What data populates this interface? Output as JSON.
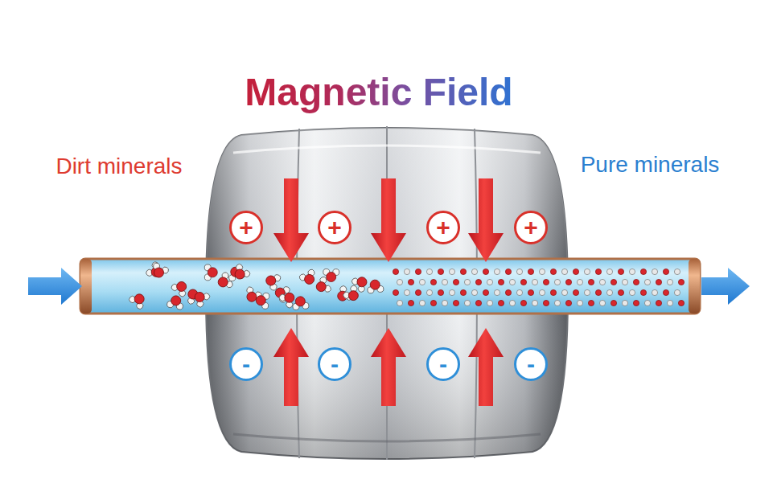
{
  "diagram": {
    "title": "Magnetic Field",
    "nodes": [
      {
        "text": [
          "+"
        ]
      },
      {
        "text": [
          "+"
        ]
      },
      {
        "text": [
          "+"
        ]
      },
      {
        "text": [
          "+"
        ]
      },
      {
        "text": [
          "-"
        ]
      },
      {
        "text": [
          "-"
        ]
      },
      {
        "text": [
          "-"
        ]
      },
      {
        "text": [
          "-"
        ]
      }
    ],
    "edges": [],
    "labels": [
      "Dirt minerals",
      "Pure minerals"
    ]
  }
}
